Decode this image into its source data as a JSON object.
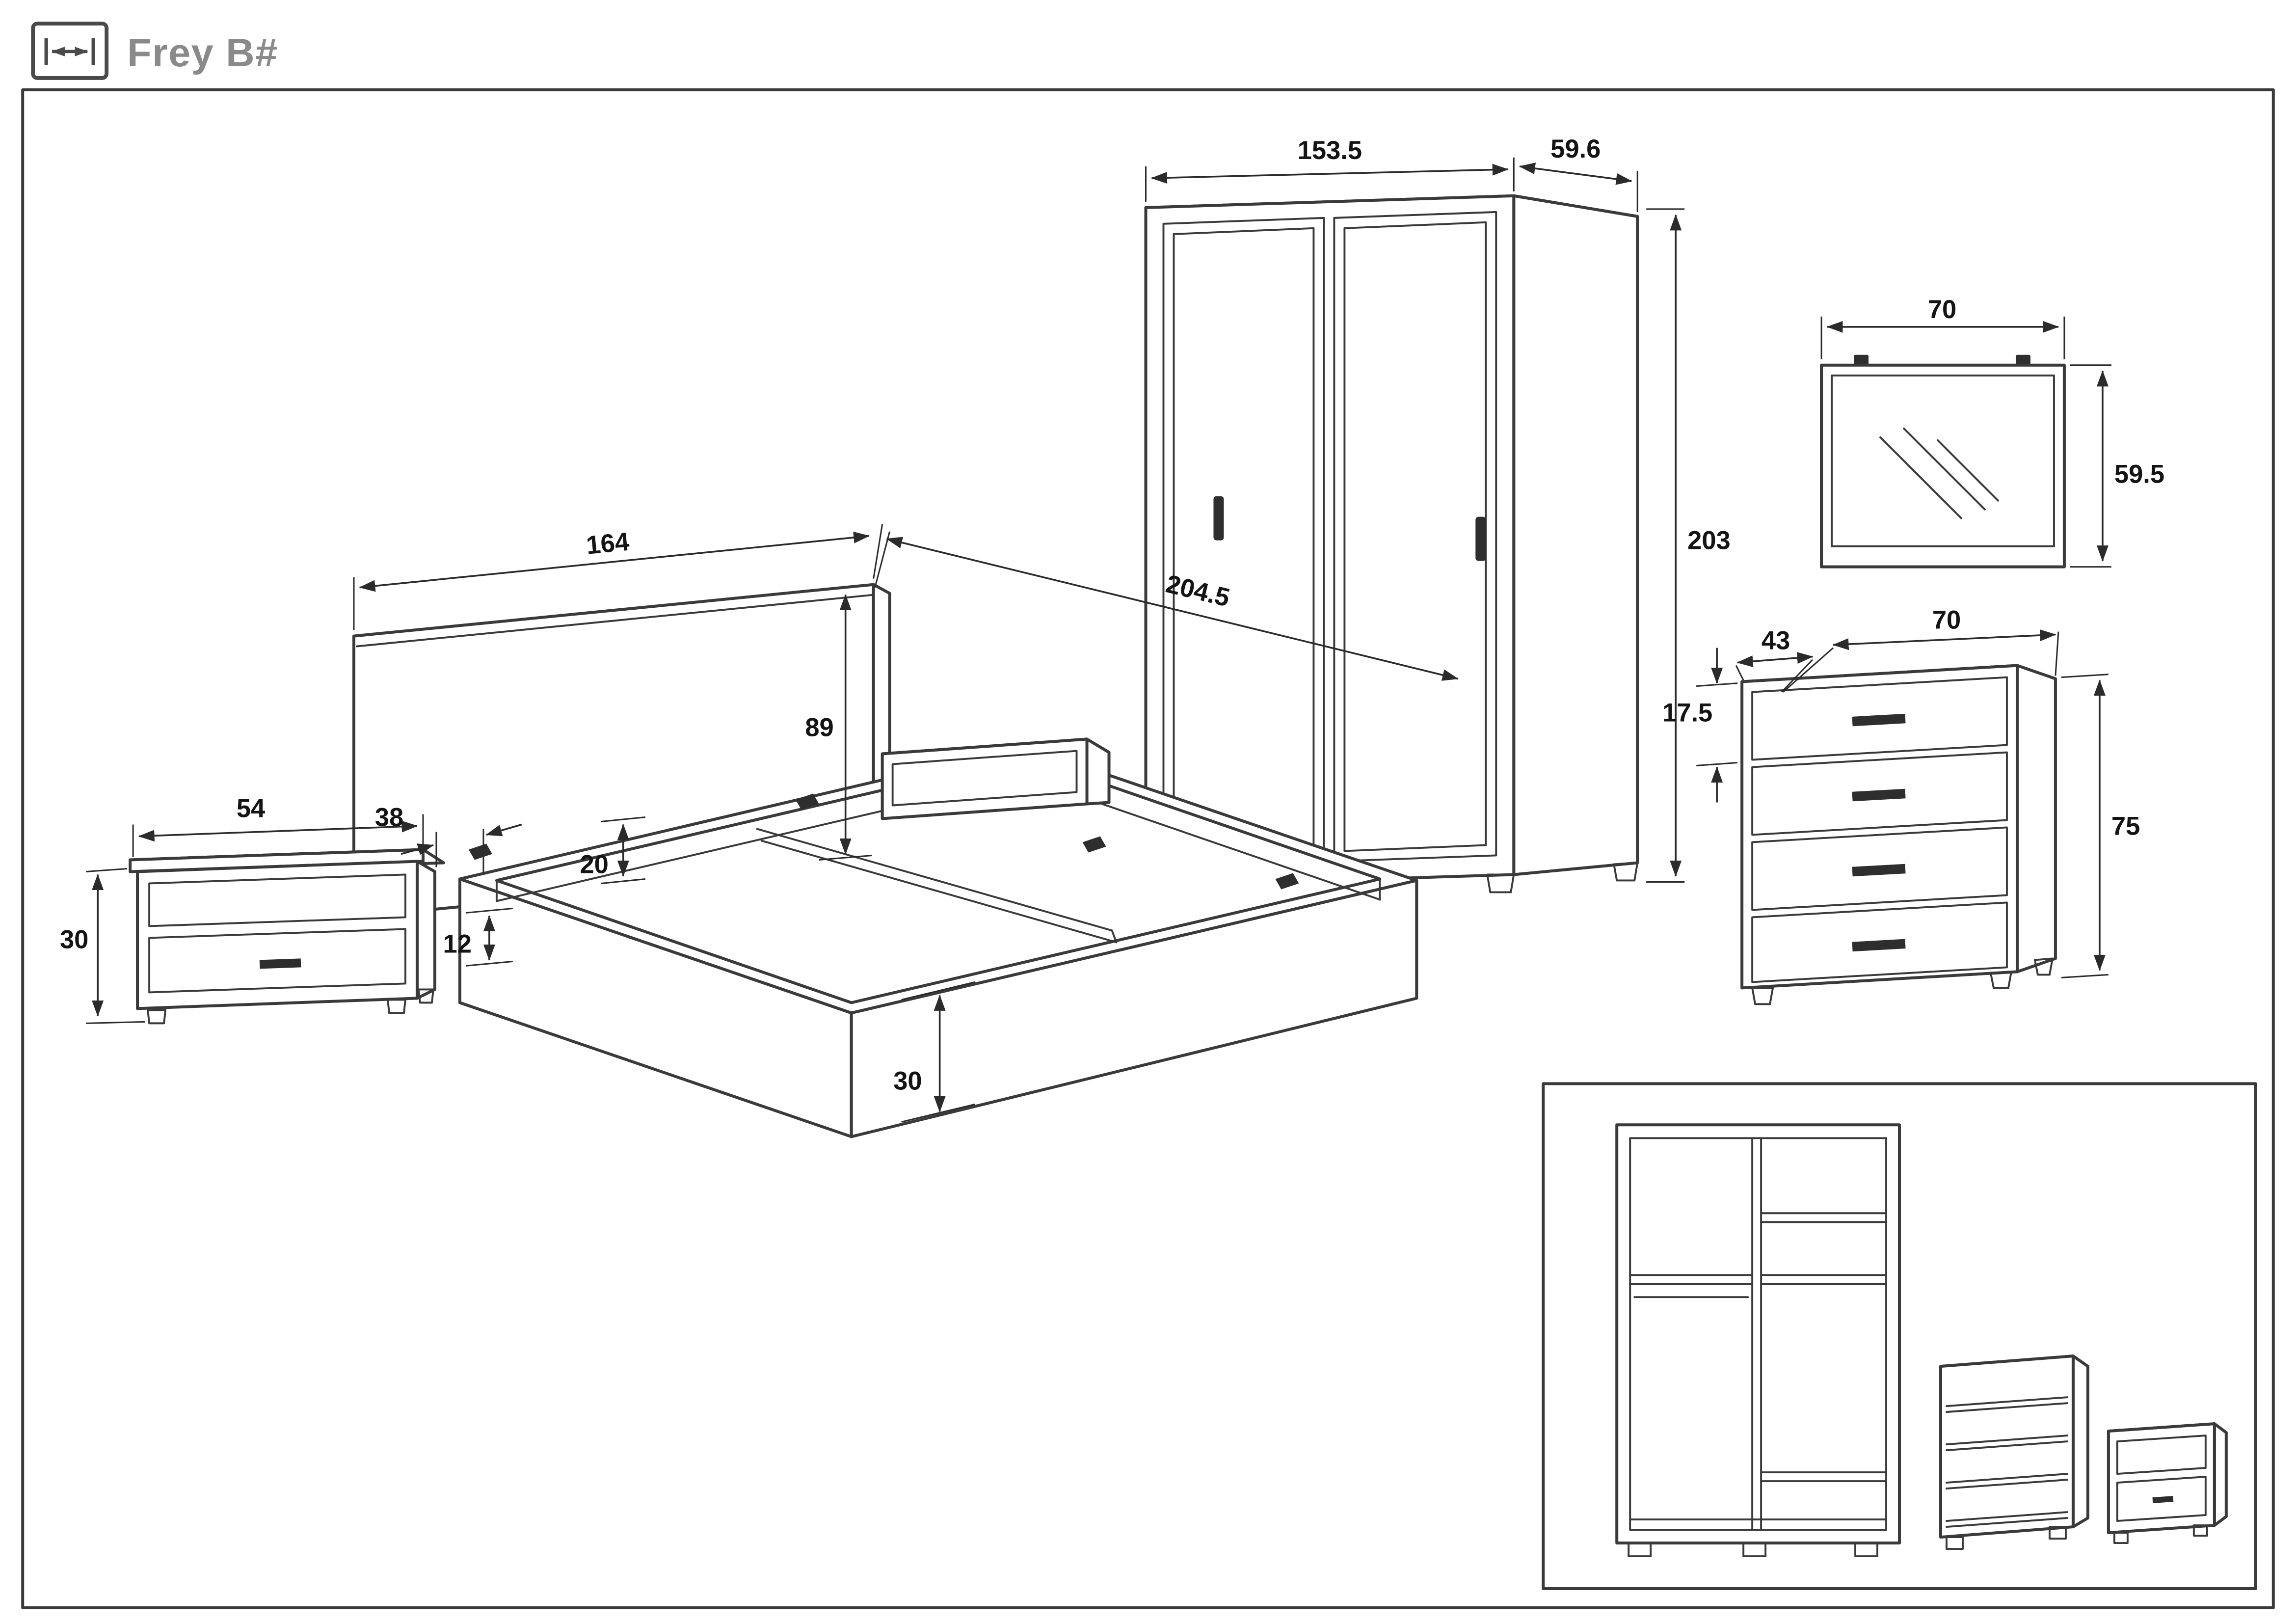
{
  "header": {
    "title": "Frey B#",
    "icon": "width-dimension-icon"
  },
  "colors": {
    "line": "#3a3a3a",
    "title_gray": "#8a8a8a",
    "dim_text": "#141414"
  },
  "dimensions": {
    "wardrobe": {
      "width": "153.5",
      "depth": "59.6",
      "height": "203",
      "diagonal": "204.5"
    },
    "mirror": {
      "width": "70",
      "height": "59.5"
    },
    "chest": {
      "depth": "43",
      "width": "70",
      "top_drawer_height": "17.5",
      "height": "75"
    },
    "bed": {
      "headboard_width": "164",
      "headboard_height": "89",
      "frame_inner_depth": "20",
      "rail_height": "12",
      "frame_height": "30"
    },
    "nightstand": {
      "width": "54",
      "height": "30",
      "gap_to_bed": "38"
    }
  }
}
